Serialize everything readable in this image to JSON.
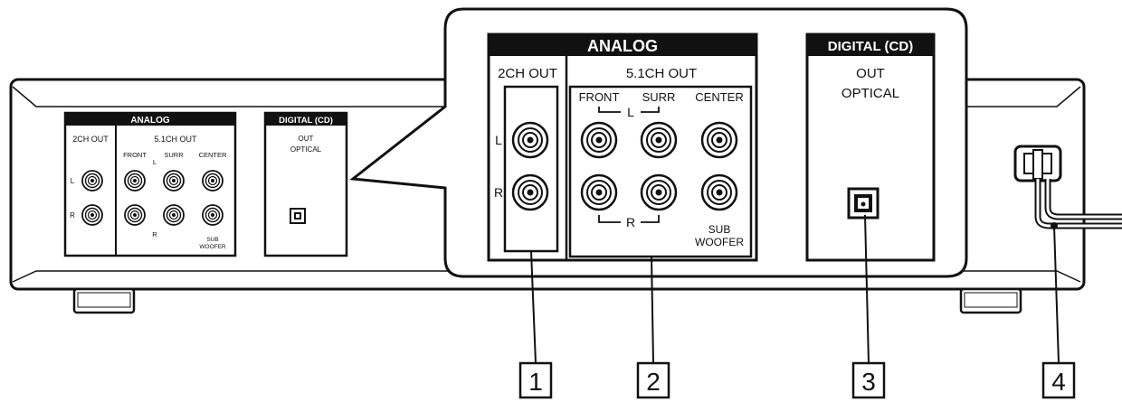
{
  "small_panel": {
    "analog_title": "ANALOG",
    "out_2ch": "2CH OUT",
    "out_51ch": "5.1CH OUT",
    "front": "FRONT",
    "surr": "SURR",
    "center": "CENTER",
    "left": "L",
    "right": "R",
    "sub_line1": "SUB",
    "sub_line2": "WOOFER",
    "digital_title": "DIGITAL (CD)",
    "out": "OUT",
    "optical": "OPTICAL"
  },
  "zoom_panel": {
    "analog_title": "ANALOG",
    "out_2ch": "2CH OUT",
    "out_51ch": "5.1CH OUT",
    "front": "FRONT",
    "surr": "SURR",
    "center": "CENTER",
    "left": "L",
    "right": "R",
    "sub_line1": "SUB",
    "sub_line2": "WOOFER",
    "digital_title": "DIGITAL (CD)",
    "out": "OUT",
    "optical": "OPTICAL"
  },
  "callouts": [
    "1",
    "2",
    "3",
    "4"
  ]
}
